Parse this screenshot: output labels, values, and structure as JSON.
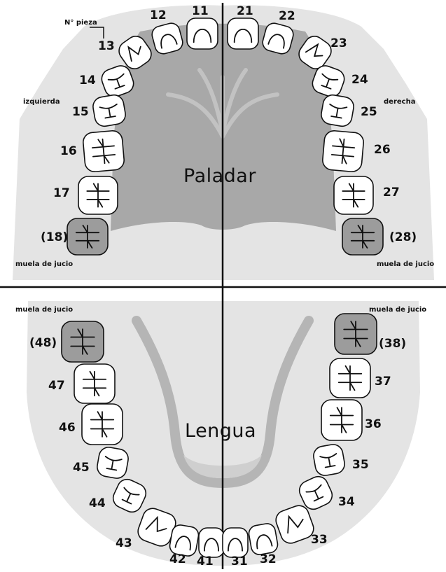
{
  "region_labels": {
    "upper": "Paladar",
    "lower": "Lengua"
  },
  "annotations": {
    "piece_number": "N° pieza",
    "left": "izquierda",
    "right": "derecha",
    "wisdom_upper_left": "muela de jucio",
    "wisdom_upper_right": "muela de jucio",
    "wisdom_lower_left": "muela de jucio",
    "wisdom_lower_right": "muela de jucio"
  },
  "teeth": {
    "t11": "11",
    "t12": "12",
    "t13": "13",
    "t14": "14",
    "t15": "15",
    "t16": "16",
    "t17": "17",
    "t18": "(18)",
    "t21": "21",
    "t22": "22",
    "t23": "23",
    "t24": "24",
    "t25": "25",
    "t26": "26",
    "t27": "27",
    "t28": "(28)",
    "t31": "31",
    "t32": "32",
    "t33": "33",
    "t34": "34",
    "t35": "35",
    "t36": "36",
    "t37": "37",
    "t38": "(38)",
    "t41": "41",
    "t42": "42",
    "t43": "43",
    "t44": "44",
    "t45": "45",
    "t46": "46",
    "t47": "47",
    "t48": "(48)"
  },
  "colors": {
    "background": "#ffffff",
    "gum": "#e4e4e4",
    "palate": "#a8a8a8",
    "tongue_arch": "#b5b5b5",
    "wisdom_tooth": "#9c9c9c",
    "tooth": "#ffffff",
    "outline": "#111111"
  }
}
